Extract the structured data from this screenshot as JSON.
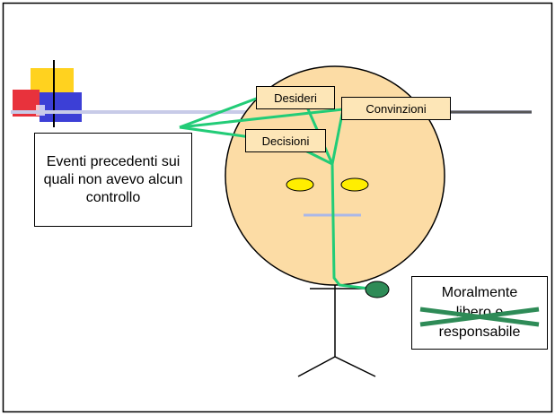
{
  "diagram": {
    "labels": {
      "eventi": "Eventi precedenti sui quali non avevo alcun controllo",
      "desideri": "Desideri",
      "convinzioni": "Convinzioni",
      "decisioni": "Decisioni",
      "moral_line1": "Moralmente",
      "moral_line2": "libero e",
      "moral_line3": "responsabile"
    },
    "colors": {
      "connector": "#22cc77",
      "face": "#fcdca5",
      "eyes": "#ffee00",
      "mouth": "#aab8e8",
      "hand": "#2e8b57",
      "cross": "#2e8b57",
      "frame": "#000000"
    }
  }
}
